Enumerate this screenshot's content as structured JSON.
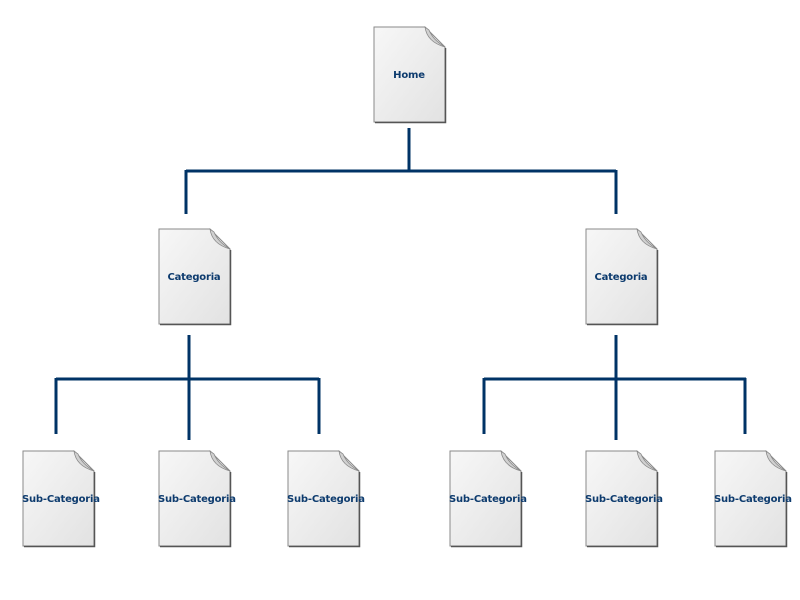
{
  "colors": {
    "connector": "#003366",
    "label": "#0d3b6e"
  },
  "root": {
    "label": "Home"
  },
  "categories": [
    {
      "label": "Categoria",
      "children": [
        {
          "label": "Sub-Categoria"
        },
        {
          "label": "Sub-Categoria"
        },
        {
          "label": "Sub-Categoria"
        }
      ]
    },
    {
      "label": "Categoria",
      "children": [
        {
          "label": "Sub-Categoria"
        },
        {
          "label": "Sub-Categoria"
        },
        {
          "label": "Sub-Categoria"
        }
      ]
    }
  ]
}
